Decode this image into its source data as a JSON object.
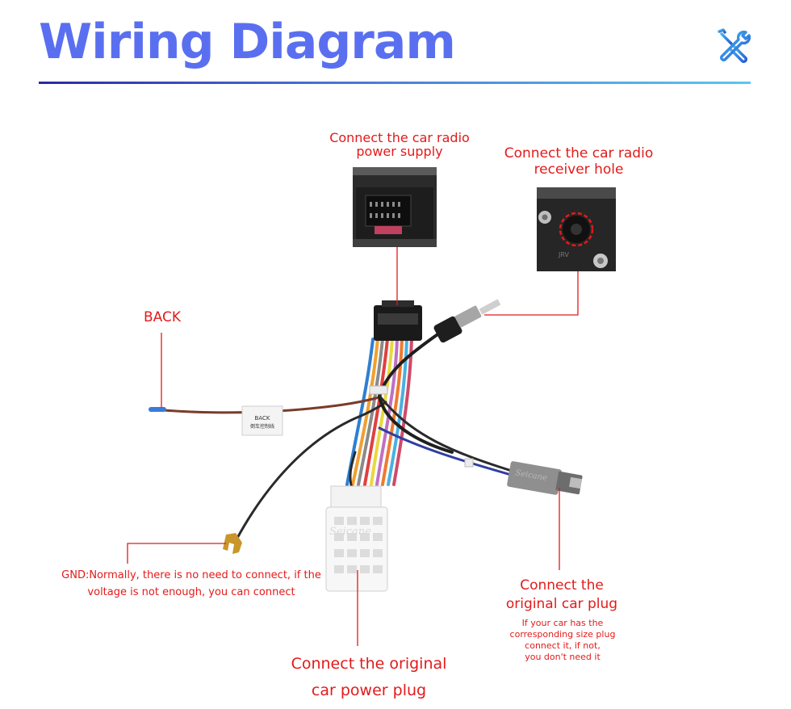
{
  "header": {
    "title": "Wiring Diagram",
    "icon": "wrench-screwdriver-icon",
    "title_color": "#5a6ff0",
    "rule_colors": [
      "#2a2aa0",
      "#58c8ee"
    ]
  },
  "labels": {
    "power_supply": "Connect the car radio\npower supply",
    "receiver_hole": "Connect the car radio\nreceiver hole",
    "back": "BACK",
    "gnd": "GND:Normally, there is no need to connect, if the voltage is not enough, you can connect",
    "original_car_plug": "Connect the\noriginal car plug",
    "original_car_plug_note": "If your car has the\ncorresponding size plug\nconnect it, if not,\nyou don't need it",
    "power_plug": "Connect the original\ncar power plug"
  },
  "photo_text": {
    "back_tag": "BACK",
    "back_tag_cn": "倒车控制线",
    "brand_watermark": "Seicane",
    "antenna_socket_mark": "JRV"
  },
  "colors": {
    "label_red": "#e31a1a",
    "callout_line": "#e31a1a"
  }
}
